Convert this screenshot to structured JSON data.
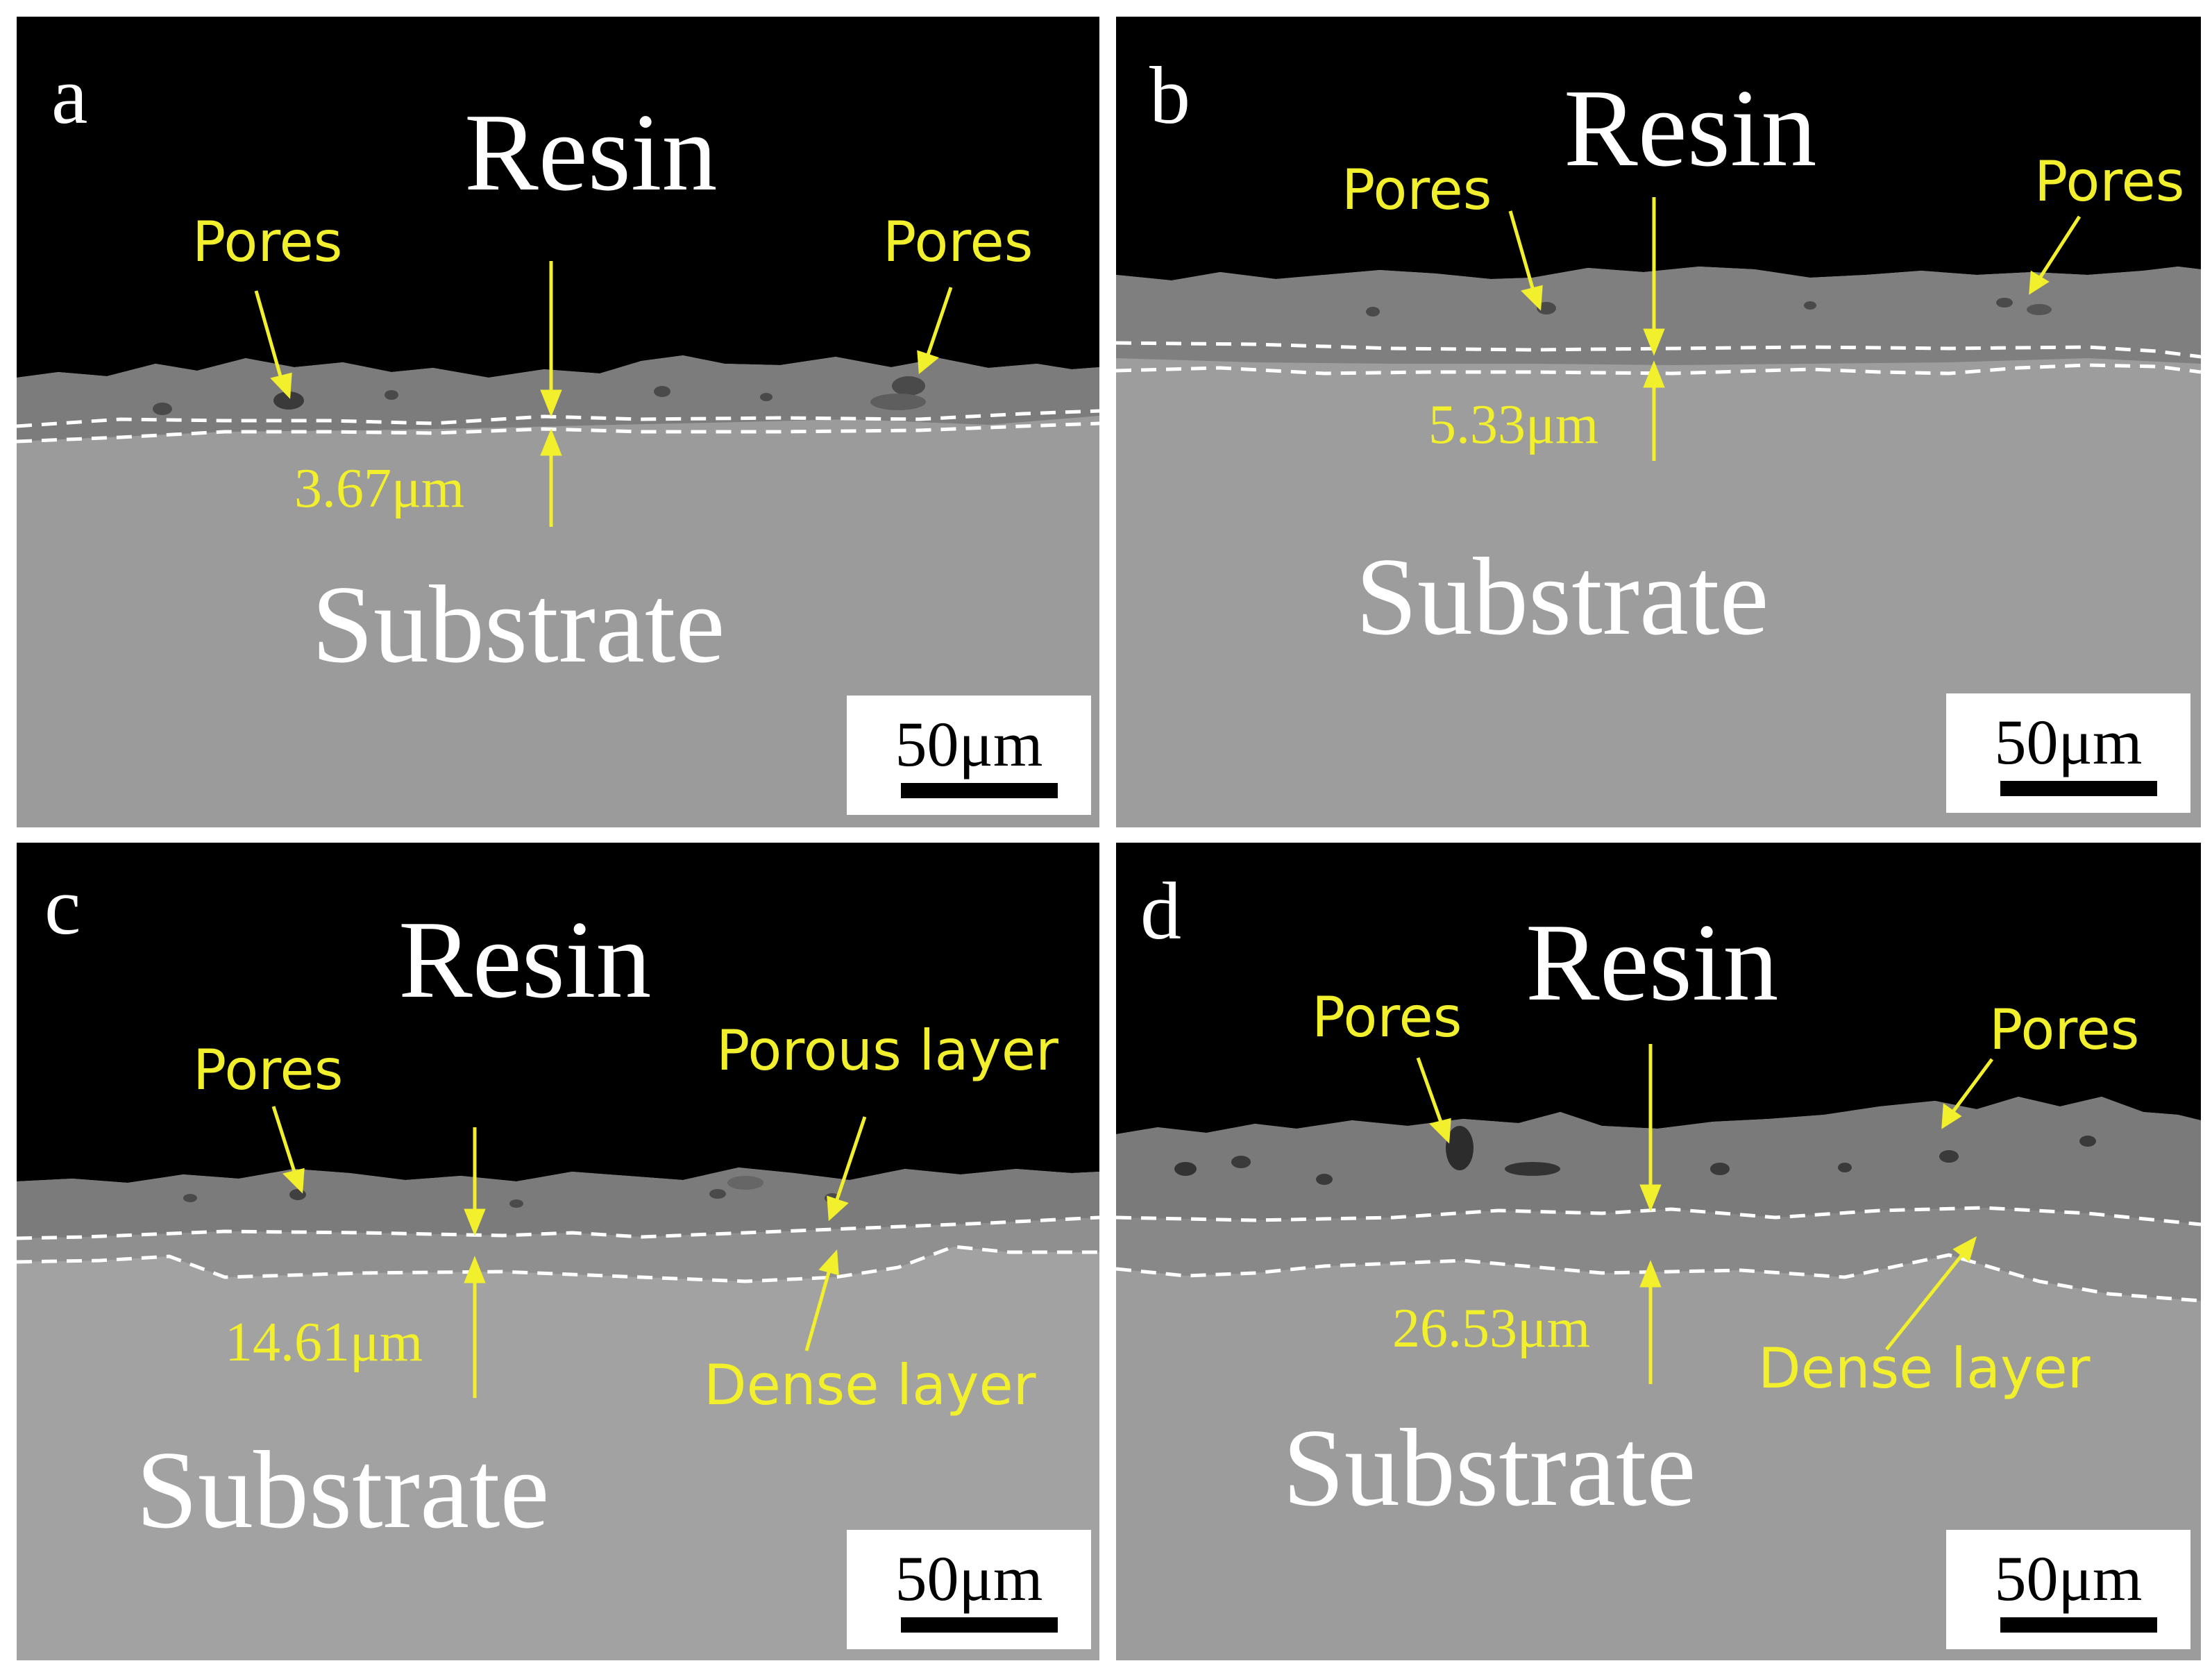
{
  "figure": {
    "panels": [
      {
        "letter": "a",
        "resin": "Resin",
        "substrate": "Substrate",
        "pores_left": "Pores",
        "pores_right": "Pores",
        "thickness": "3.67μm",
        "scale": "50μm"
      },
      {
        "letter": "b",
        "resin": "Resin",
        "substrate": "Substrate",
        "pores_left": "Pores",
        "pores_right": "Pores",
        "thickness": "5.33μm",
        "scale": "50μm"
      },
      {
        "letter": "c",
        "resin": "Resin",
        "substrate": "Substrate",
        "pores_left": "Pores",
        "porous_layer": "Porous layer",
        "dense_layer": "Dense layer",
        "thickness": "14.61μm",
        "scale": "50μm"
      },
      {
        "letter": "d",
        "resin": "Resin",
        "substrate": "Substrate",
        "pores_left": "Pores",
        "pores_right": "Pores",
        "dense_layer": "Dense layer",
        "thickness": "26.53μm",
        "scale": "50μm"
      }
    ],
    "colors": {
      "annotation": "#f2ef2c",
      "resin": "#000000",
      "substrate": "#9a9a9a",
      "coating": "#7c7c7c"
    }
  }
}
